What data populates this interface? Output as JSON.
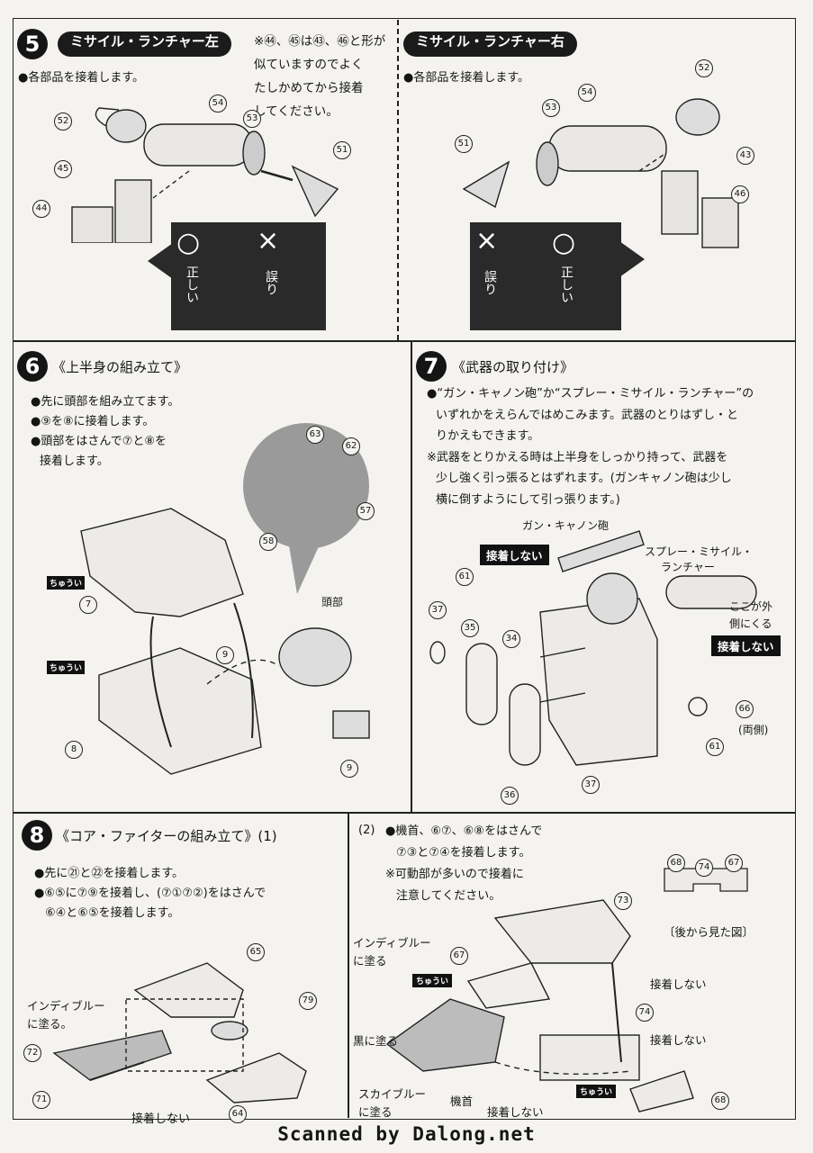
{
  "footer": "Scanned by Dalong.net",
  "step5": {
    "number": "5",
    "left_title": "ミサイル・ランチャー左",
    "right_title": "ミサイル・ランチャー右",
    "note_lines": [
      "※㊹、㊺は㊸、㊻と形が",
      "似ていますのでよく",
      "たしかめてから接着",
      "してください。"
    ],
    "left_instr": "●各部品を接着します。",
    "right_instr": "●各部品を接着します。",
    "correct_symbol": "○",
    "wrong_symbol": "×",
    "correct_label": "正しい",
    "wrong_label": "誤り",
    "left_parts": [
      "52",
      "54",
      "53",
      "51",
      "45",
      "44"
    ],
    "right_parts": [
      "52",
      "54",
      "53",
      "51",
      "43",
      "46"
    ]
  },
  "step6": {
    "number": "6",
    "title": "《上半身の組み立て》",
    "instructions": [
      "●先に頭部を組み立てます。",
      "●⑨を⑧に接着します。",
      "●頭部をはさんで⑦と⑧を",
      "接着します。"
    ],
    "head_label": "頭部",
    "caution": "ちゅうい",
    "parts": [
      "63",
      "62",
      "57",
      "58",
      "7",
      "9",
      "8",
      "9"
    ]
  },
  "step7": {
    "number": "7",
    "title": "《武器の取り付け》",
    "instructions": [
      "●“ガン・キャノン砲”か“スプレー・ミサイル・ランチャー”の",
      "いずれかをえらんではめこみます。武器のとりはずし・と",
      "りかえもできます。",
      "※武器をとりかえる時は上半身をしっかり持って、武器を",
      "少し強く引っ張るとはずれます。(ガンキャノン砲は少し",
      "横に倒すようにして引っ張ります。)"
    ],
    "cannon_label": "ガン・キャノン砲",
    "launcher_label": [
      "スプレー・ミサイル・",
      "ランチャー"
    ],
    "outer_note": [
      "ここが外",
      "側にくる"
    ],
    "no_glue": "接着しない",
    "both_sides": "(両側)",
    "parts": [
      "61",
      "37",
      "35",
      "34",
      "36",
      "37",
      "66",
      "61"
    ]
  },
  "step8": {
    "number": "8",
    "title": "《コア・ファイターの組み立て》(1)",
    "instructions": [
      "●先に㉑と㉒を接着します。",
      "●⑥⑤に⑦⑨を接着し、(⑦①⑦②)をはさんで",
      "⑥④と⑥⑤を接着します。"
    ],
    "indigo_label": [
      "インディブルー",
      "に塗る。"
    ],
    "no_glue": "接着しない",
    "parts": [
      "65",
      "79",
      "72",
      "71",
      "64"
    ]
  },
  "step8b": {
    "title": "(2)",
    "instructions": [
      "●機首、⑥⑦、⑥⑧をはさんで",
      "⑦③と⑦④を接着します。",
      "※可動部が多いので接着に",
      "注意してください。"
    ],
    "rear_view": "〔後から見た図〕",
    "indigo_label": [
      "インディブルー",
      "に塗る"
    ],
    "black_label": [
      "黒に塗る"
    ],
    "sky_label": [
      "スカイブルー",
      "に塗る"
    ],
    "nose_label": "機首",
    "no_glue": "接着しない",
    "caution": "ちゅうい",
    "parts": [
      "68",
      "74",
      "67",
      "73",
      "67",
      "74",
      "68"
    ]
  }
}
